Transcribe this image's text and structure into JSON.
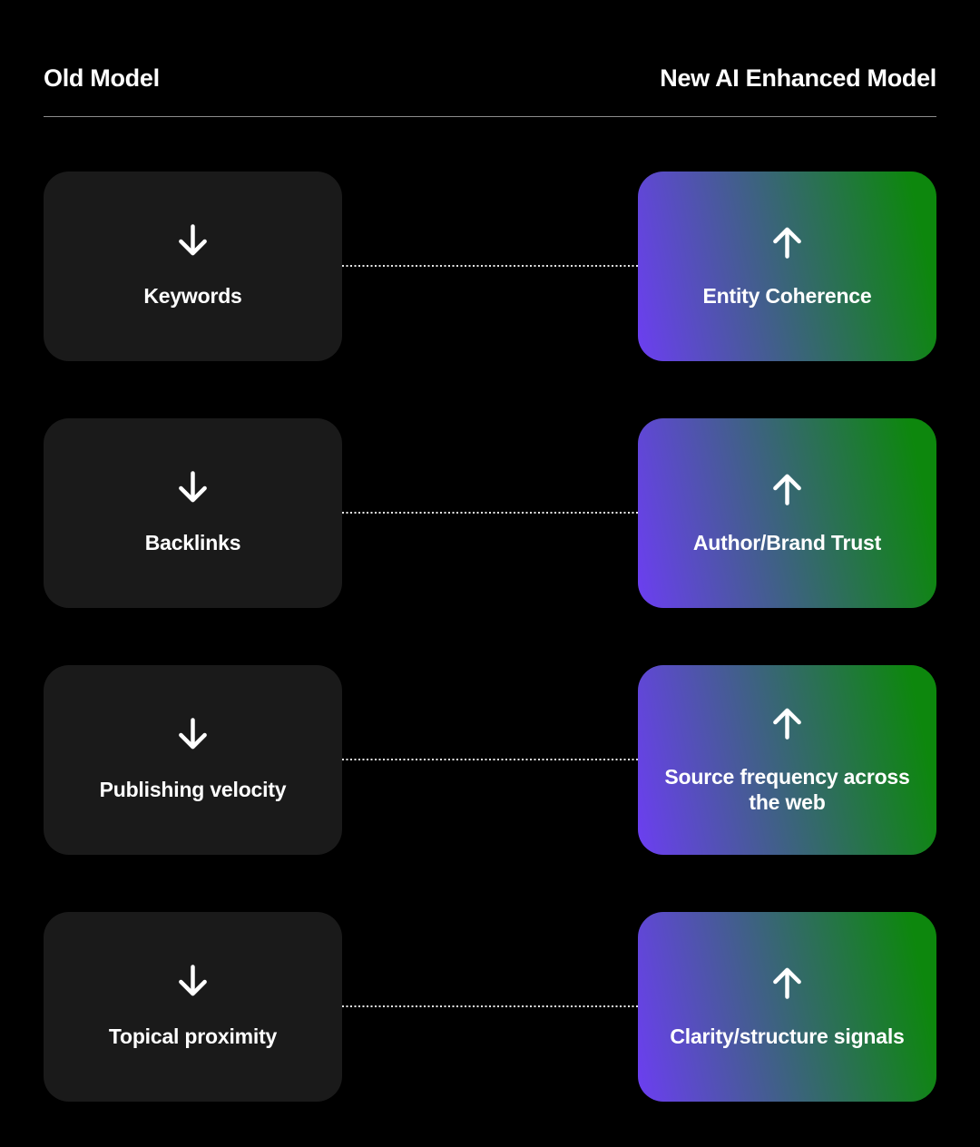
{
  "header": {
    "left_title": "Old Model",
    "right_title": "New AI Enhanced Model"
  },
  "rows": [
    {
      "old_label": "Keywords",
      "new_label": "Entity Coherence"
    },
    {
      "old_label": "Backlinks",
      "new_label": "Author/Brand Trust"
    },
    {
      "old_label": "Publishing velocity",
      "new_label": "Source frequency across the web"
    },
    {
      "old_label": "Topical proximity",
      "new_label": "Clarity/structure signals"
    }
  ],
  "icons": {
    "old_card_icon": "arrow-down-icon",
    "new_card_icon": "arrow-up-icon"
  },
  "colors": {
    "background": "#000000",
    "old_card_bg": "#1A1A1A",
    "gradient_start_purple": "#6C3EF2",
    "gradient_end_green": "#0D870D",
    "text": "#FFFFFF",
    "divider": "#8C8C8C",
    "connector_dots": "#E8E8E8"
  }
}
